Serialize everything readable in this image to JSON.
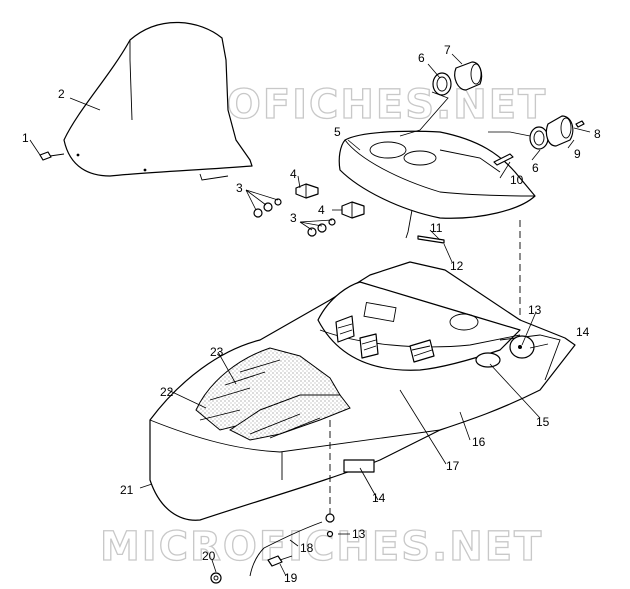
{
  "watermark": "MICROFICHES.NET",
  "callouts": [
    "1",
    "2",
    "3",
    "3",
    "4",
    "4",
    "5",
    "6",
    "6",
    "7",
    "8",
    "9",
    "10",
    "11",
    "12",
    "13",
    "13",
    "14",
    "14",
    "15",
    "16",
    "17",
    "18",
    "19",
    "20",
    "21",
    "22",
    "23"
  ]
}
